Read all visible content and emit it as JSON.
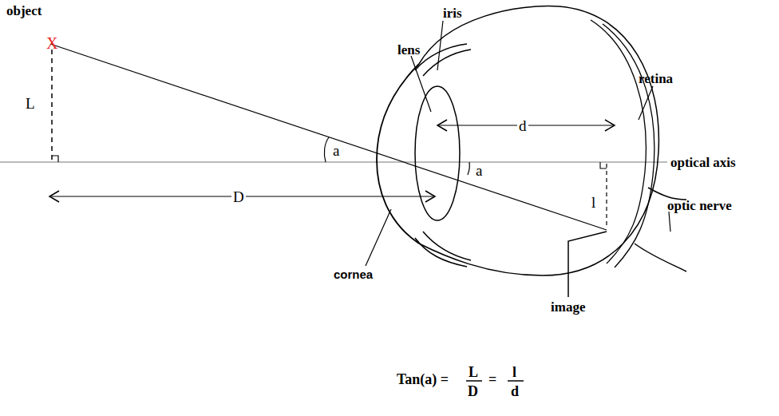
{
  "diagram": {
    "labels": [
      "object",
      "X",
      "L",
      "D",
      "iris",
      "lens",
      "a",
      "a",
      "d",
      "l",
      "optical axis",
      "retina",
      "optic nerve",
      "cornea",
      "image",
      "Tan(a) =",
      "L",
      "D",
      "=",
      "l",
      "d"
    ]
  }
}
